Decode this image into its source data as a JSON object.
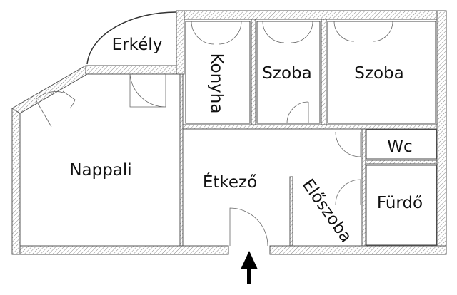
{
  "rooms": {
    "erkely": "Erkély",
    "konyha": "Konyha",
    "szoba1": "Szoba",
    "szoba2": "Szoba",
    "nappali": "Nappali",
    "etkezo": "Étkező",
    "wc": "Wc",
    "furdo": "Fürdő",
    "eloszoba": "Előszoba"
  },
  "colors": {
    "line": "#444444",
    "hatch": "#888888",
    "background": "#ffffff"
  }
}
